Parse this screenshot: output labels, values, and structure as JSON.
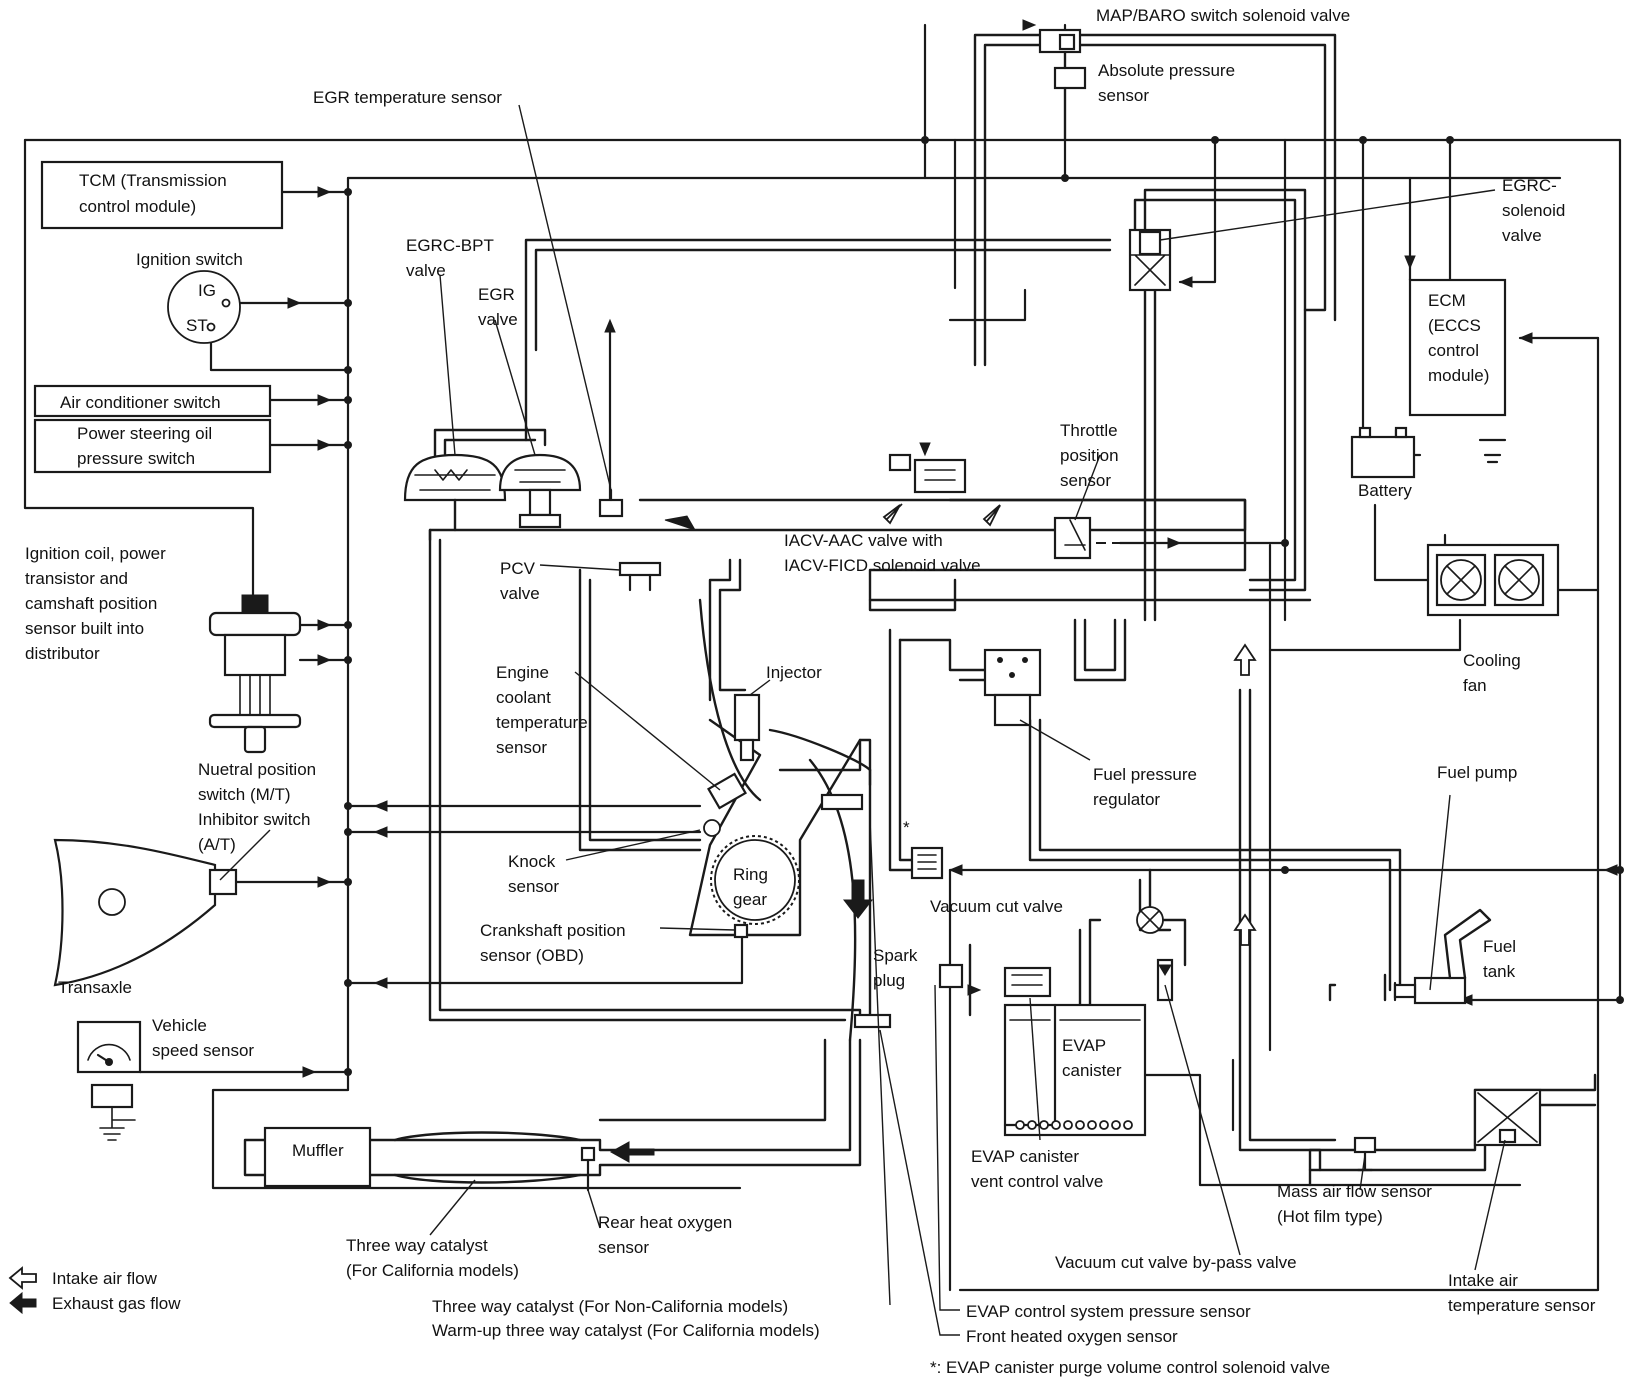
{
  "labels": {
    "map_baro": "MAP/BARO switch solenoid valve",
    "abs_pressure_1": "Absolute pressure",
    "abs_pressure_2": "sensor",
    "egr_temp": "EGR temperature sensor",
    "tcm_1": "TCM (Transmission",
    "tcm_2": "control module)",
    "ignition_switch": "Ignition switch",
    "ig": "IG",
    "st": "ST",
    "egrc_bpt_1": "EGRC-BPT",
    "egrc_bpt_2": "valve",
    "egr_valve_1": "EGR",
    "egr_valve_2": "valve",
    "egrc_sol_1": "EGRC-",
    "egrc_sol_2": "solenoid",
    "egrc_sol_3": "valve",
    "ecm_1": "ECM",
    "ecm_2": "(ECCS",
    "ecm_3": "control",
    "ecm_4": "module)",
    "ac_switch": "Air conditioner switch",
    "ps_1": "Power steering oil",
    "ps_2": "pressure switch",
    "tps_1": "Throttle",
    "tps_2": "position",
    "tps_3": "sensor",
    "battery": "Battery",
    "iacv_1": "IACV-AAC valve with",
    "iacv_2": "IACV-FICD solenoid valve",
    "ign_coil_1": "Ignition coil, power",
    "ign_coil_2": "transistor and",
    "ign_coil_3": "camshaft position",
    "ign_coil_4": "sensor built into",
    "ign_coil_5": "distributor",
    "pcv_1": "PCV",
    "pcv_2": "valve",
    "injector": "Injector",
    "cooling_1": "Cooling",
    "cooling_2": "fan",
    "ect_1": "Engine",
    "ect_2": "coolant",
    "ect_3": "temperature",
    "ect_4": "sensor",
    "neutral_1": "Nuetral position",
    "neutral_2": "switch (M/T)",
    "neutral_3": "Inhibitor switch",
    "neutral_4": "(A/T)",
    "fpr_1": "Fuel pressure",
    "fpr_2": "regulator",
    "fuel_pump": "Fuel pump",
    "knock_1": "Knock",
    "knock_2": "sensor",
    "ring_1": "Ring",
    "ring_2": "gear",
    "vacuum_cut": "Vacuum cut valve",
    "asterisk": "*",
    "crank_1": "Crankshaft position",
    "crank_2": "sensor  (OBD)",
    "spark_1": "Spark",
    "spark_2": "plug",
    "fuel_tank_1": "Fuel",
    "fuel_tank_2": "tank",
    "transaxle": "Transaxle",
    "vss_1": "Vehicle",
    "vss_2": "speed sensor",
    "evap_can_1": "EVAP",
    "evap_can_2": "canister",
    "muffler": "Muffler",
    "evap_vent_1": "EVAP canister",
    "evap_vent_2": "vent control valve",
    "maf_1": "Mass air flow sensor",
    "maf_2": "(Hot film type)",
    "rear_o2_1": "Rear heat oxygen",
    "rear_o2_2": "sensor",
    "twc_cal_1": "Three way catalyst",
    "twc_cal_2": "(For California models)",
    "vcv_bypass": "Vacuum cut valve by-pass valve",
    "intake_temp_1": "Intake air",
    "intake_temp_2": "temperature sensor",
    "legend_intake": "Intake air flow",
    "legend_exhaust": "Exhaust gas flow",
    "twc_noncal_1": "Three way catalyst (For Non-California models)",
    "twc_noncal_2": "Warm-up three way catalyst (For California models)",
    "evap_press": "EVAP control system pressure sensor",
    "front_o2": "Front heated oxygen sensor",
    "footnote": "*:  EVAP canister purge volume control solenoid valve"
  },
  "icons": {
    "legend_intake_icon": "hollow-arrow-left",
    "legend_exhaust_icon": "solid-arrow-left",
    "cooling_fan_icon": "fan"
  }
}
